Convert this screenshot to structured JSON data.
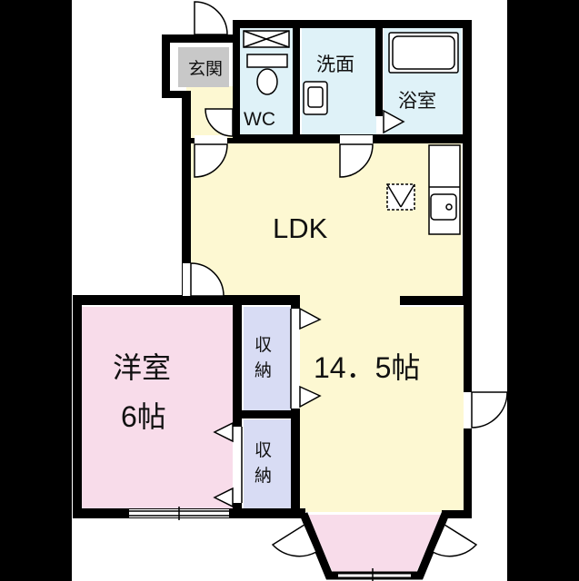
{
  "rooms": {
    "genkan": "玄関",
    "wc": "WC",
    "senmen": "洗面",
    "yokushitsu": "浴室",
    "ldk": "LDK",
    "ldk_size": "14．5帖",
    "yoshitsu": "洋室",
    "yoshitsu_size": "6帖",
    "shuno1_a": "収",
    "shuno1_b": "納",
    "shuno2_a": "収",
    "shuno2_b": "納"
  },
  "colors": {
    "background": "#000000",
    "paper": "#ffffff",
    "wall": "#000000",
    "ldk": "#fdf8d2",
    "yoshitsu": "#f8dcea",
    "wet": "#dff2f8",
    "storage": "#d8dcf4",
    "entry": "#c8c8c8"
  }
}
